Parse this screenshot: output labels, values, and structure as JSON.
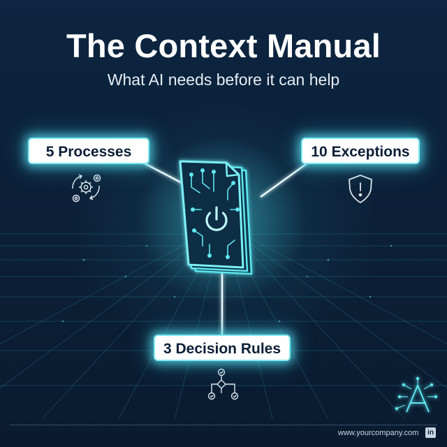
{
  "title": "The Context Manual",
  "subtitle": "What AI needs before it can help",
  "labels": {
    "processes": "5 Processes",
    "exceptions": "10 Exceptions",
    "decision_rules": "3 Decision Rules"
  },
  "icons": {
    "center": "book-power-icon",
    "processes": "gears-cycle-icon",
    "exceptions": "shield-alert-icon",
    "decision_rules": "decision-flow-icon",
    "brand": "brand-logo-icon",
    "social": "linkedin-icon"
  },
  "footer": {
    "url": "www.yourcompany.com",
    "social": "in"
  },
  "colors": {
    "background": "#0c2138",
    "accent": "#5ee7f0",
    "label_bg": "#ffffff",
    "label_text": "#0b1f36"
  }
}
